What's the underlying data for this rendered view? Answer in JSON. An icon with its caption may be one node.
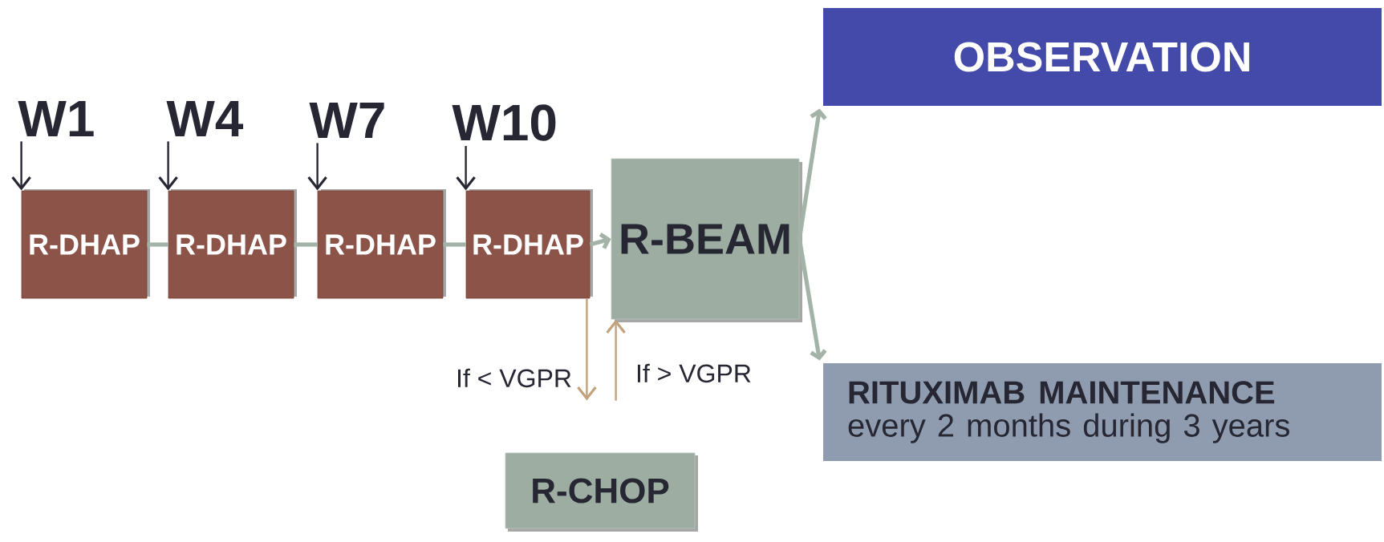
{
  "diagram": {
    "nodes": [
      {
        "text": [
          "W1"
        ]
      },
      {
        "text": [
          "W4"
        ]
      },
      {
        "text": [
          "W7"
        ]
      },
      {
        "text": [
          "W10"
        ]
      },
      {
        "text": [
          "R-DHAP"
        ]
      },
      {
        "text": [
          "R-DHAP"
        ]
      },
      {
        "text": [
          "R-DHAP"
        ]
      },
      {
        "text": [
          "R-DHAP"
        ]
      },
      {
        "text": [
          "R-BEAM"
        ]
      },
      {
        "text": [
          "R-CHOP"
        ]
      },
      {
        "text": [
          "OBSERVATION"
        ]
      },
      {
        "text": [
          "RITUXIMAB MAINTENANCE",
          "every 2 months during 3 years"
        ]
      }
    ],
    "edges": [
      {
        "from": 0,
        "to": 4,
        "arrow": "to",
        "color": "#262733"
      },
      {
        "from": 1,
        "to": 5,
        "arrow": "to",
        "color": "#262733"
      },
      {
        "from": 2,
        "to": 6,
        "arrow": "to",
        "color": "#262733"
      },
      {
        "from": 3,
        "to": 7,
        "arrow": "to",
        "color": "#262733"
      },
      {
        "from": 4,
        "to": 5,
        "arrow": "none",
        "style": "thick"
      },
      {
        "from": 5,
        "to": 6,
        "arrow": "none",
        "style": "thick"
      },
      {
        "from": 6,
        "to": 7,
        "arrow": "none",
        "style": "thick"
      },
      {
        "from": 7,
        "to": 8,
        "arrow": "to",
        "style": "thick"
      },
      {
        "from": 7,
        "to": 9,
        "arrow": "to",
        "label": "If < VGPR",
        "color": "#c2a27a"
      },
      {
        "from": 9,
        "to": 8,
        "arrow": "to",
        "label": "If > VGPR",
        "color": "#c2a27a"
      },
      {
        "from": 8,
        "to": 10,
        "arrow": "to",
        "style": "thick"
      },
      {
        "from": 8,
        "to": 11,
        "arrow": "to",
        "style": "thick"
      }
    ]
  }
}
